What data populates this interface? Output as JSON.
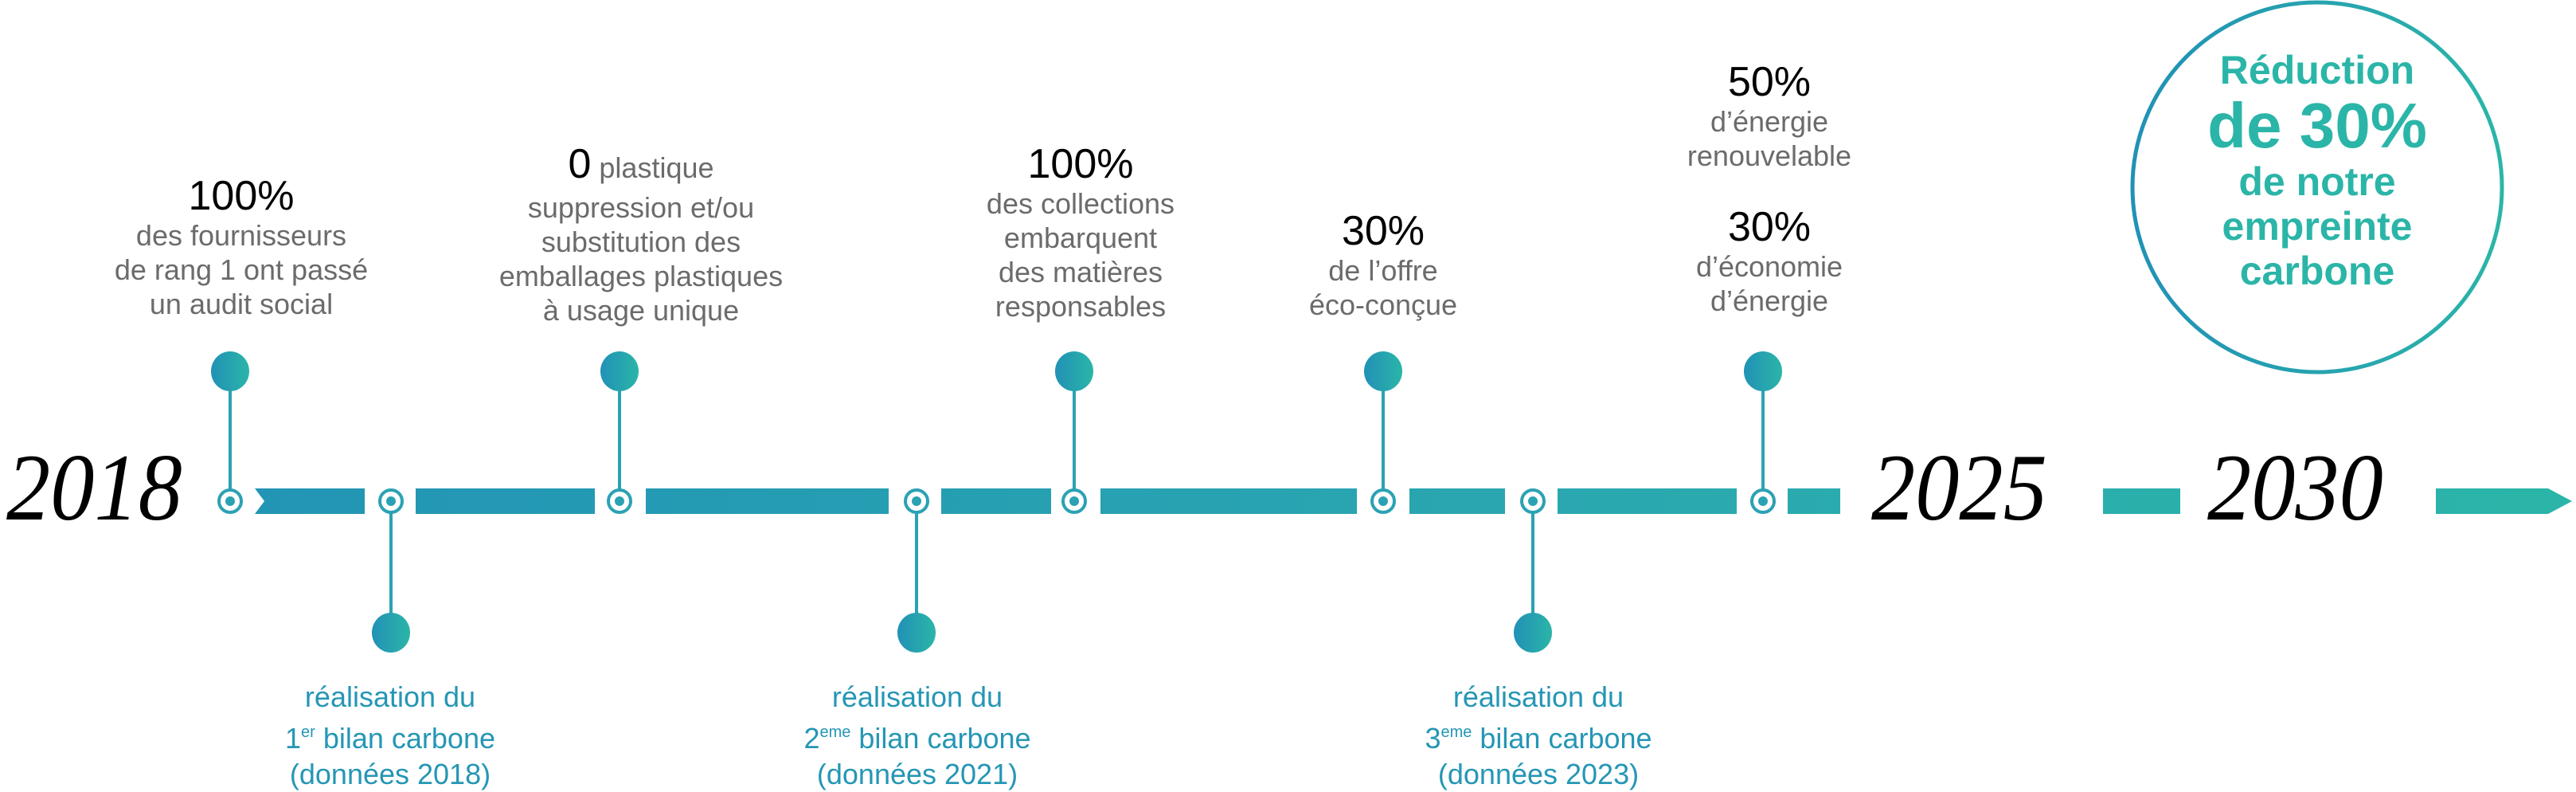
{
  "years": {
    "start": "2018",
    "mid": "2025",
    "end": "2030"
  },
  "top_milestones": [
    {
      "title": "100%",
      "lines": [
        "des fournisseurs",
        "de rang 1 ont passé",
        "un audit social"
      ]
    },
    {
      "title": "0",
      "title_suffix": "plastique",
      "lines": [
        "suppression et/ou",
        "substitution des",
        "emballages plastiques",
        "à usage unique"
      ]
    },
    {
      "title": "100%",
      "lines": [
        "des collections",
        "embarquent",
        "des matières",
        "responsables"
      ]
    },
    {
      "title": "30%",
      "lines": [
        "de l’offre",
        "éco-conçue"
      ]
    },
    {
      "title": "50%",
      "lines": [
        "d’énergie",
        "renouvelable"
      ],
      "title2": "30%",
      "lines2": [
        "d’économie",
        "d’énergie"
      ]
    }
  ],
  "bottom_milestones": [
    {
      "line1": "réalisation du",
      "num": "1",
      "sup": "er",
      "line2": "bilan carbone",
      "line3": "(données 2018)"
    },
    {
      "line1": "réalisation du",
      "num": "2",
      "sup": "eme",
      "line2": "bilan carbone",
      "line3": "(données 2021)"
    },
    {
      "line1": "réalisation du",
      "num": "3",
      "sup": "eme",
      "line2": "bilan carbone",
      "line3": "(données 2023)"
    }
  ],
  "goal": {
    "line1": "Réduction",
    "line2": "de 30%",
    "line3": "de notre",
    "line4": "empreinte",
    "line5": "carbone"
  },
  "colors": {
    "blue": "#2191b6",
    "teal": "#2bb5a8",
    "text_gray": "#6b6b6b"
  }
}
